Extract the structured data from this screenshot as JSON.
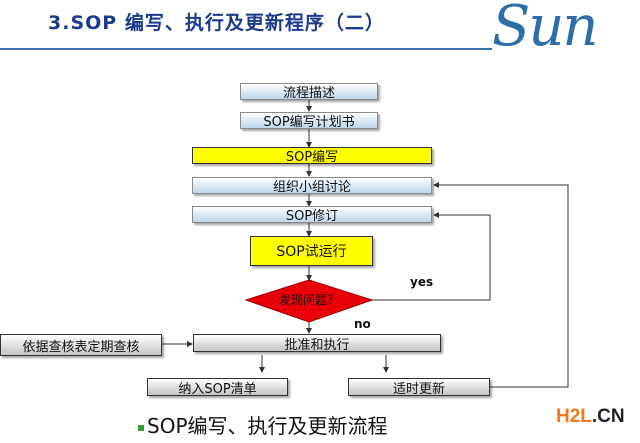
{
  "header": {
    "title": "3.SOP 编写、执行及更新程序（二）",
    "logo": "Sun"
  },
  "flow": {
    "step1": "流程描述",
    "step2": "SOP编写计划书",
    "step3": "SOP编写",
    "step4": "组织小组讨论",
    "step5": "SOP修订",
    "step6": "SOP试运行",
    "decision": "发现问题？",
    "yes": "yes",
    "no": "no",
    "approve": "批准和执行",
    "audit": "依据查核表定期查核",
    "list": "纳入SOP清单",
    "update": "适时更新"
  },
  "caption": "SOP编写、执行及更新流程",
  "watermark": {
    "part1": "H2L",
    "part2": ".CN"
  },
  "colors": {
    "title": "#1c3a8c",
    "yellow": "#ffff00",
    "decision": "#e8000b",
    "watermark": "#f07a1a"
  }
}
